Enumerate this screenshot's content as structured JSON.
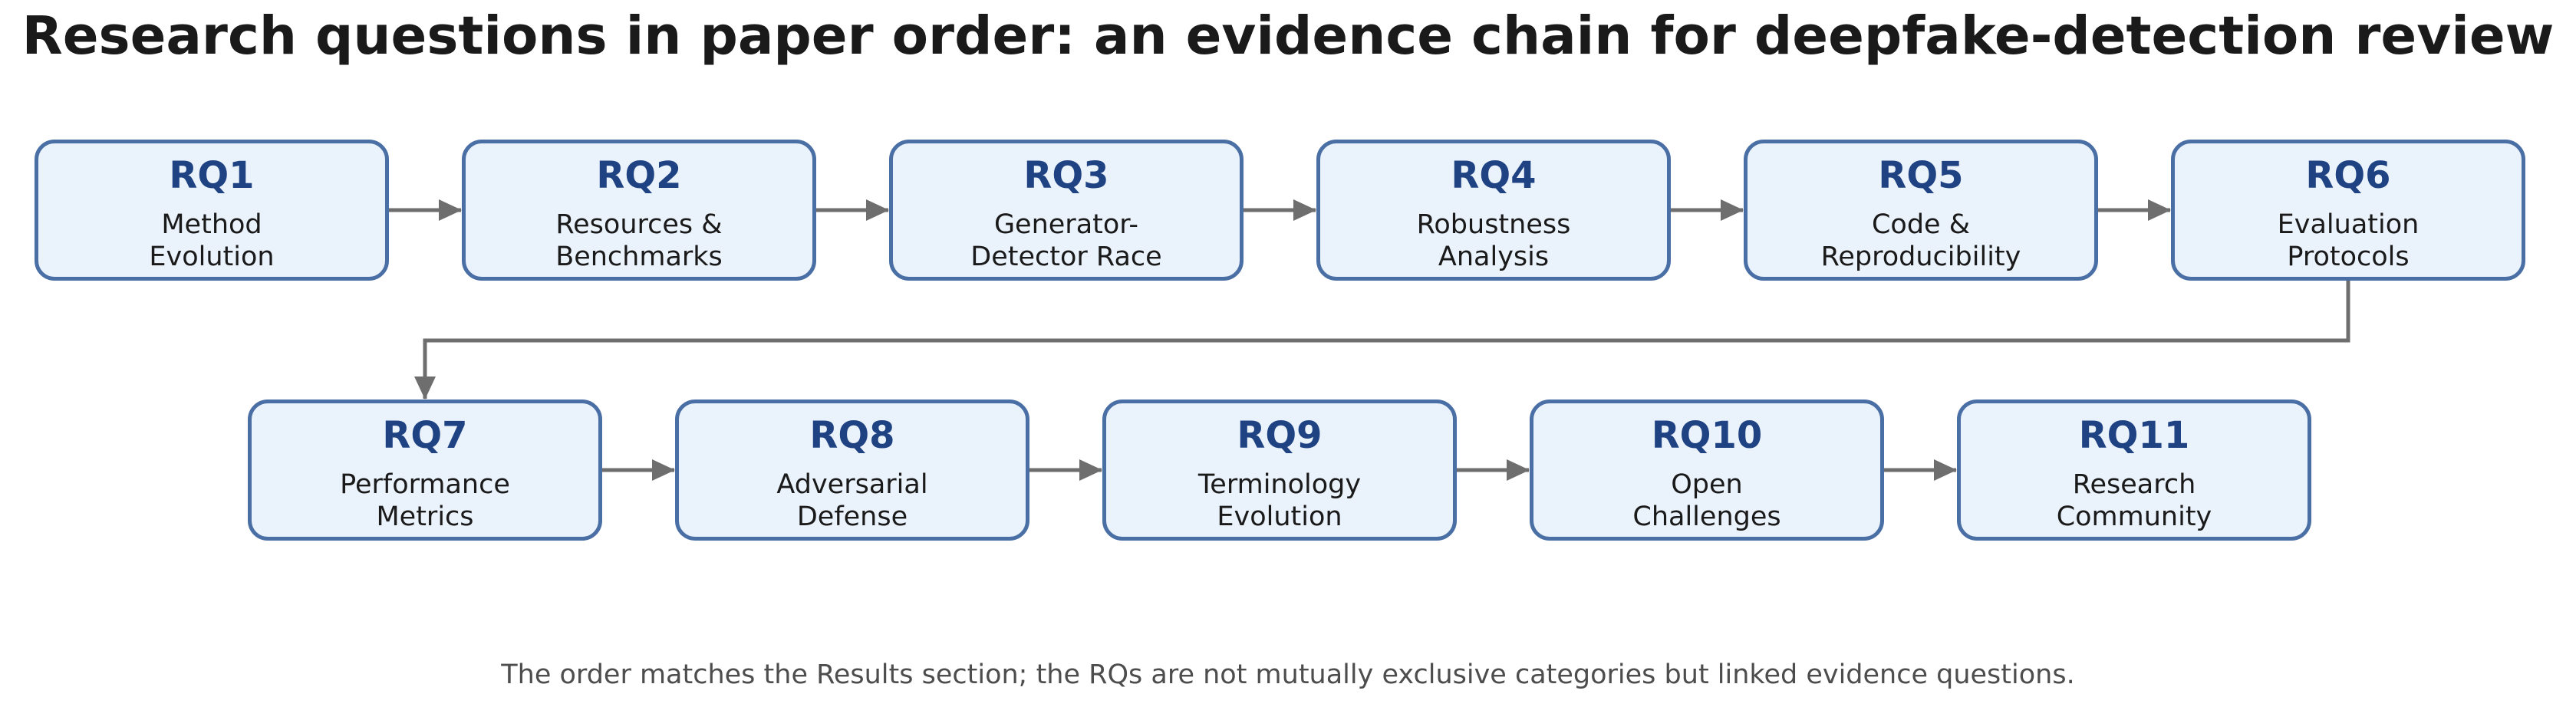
{
  "title": "Research questions in paper order: an evidence chain for deepfake-detection review",
  "caption": "The order matches the Results section; the RQs are not mutually exclusive categories but linked evidence questions.",
  "colors": {
    "node_fill": "#eaf2fc",
    "node_border": "#4a6fa5",
    "node_id_text": "#1f4283",
    "arrow": "#6e6e6e"
  },
  "nodes": [
    {
      "id": "RQ1",
      "label_line1": "Method",
      "label_line2": "Evolution"
    },
    {
      "id": "RQ2",
      "label_line1": "Resources &",
      "label_line2": "Benchmarks"
    },
    {
      "id": "RQ3",
      "label_line1": "Generator-",
      "label_line2": "Detector Race"
    },
    {
      "id": "RQ4",
      "label_line1": "Robustness",
      "label_line2": "Analysis"
    },
    {
      "id": "RQ5",
      "label_line1": "Code &",
      "label_line2": "Reproducibility"
    },
    {
      "id": "RQ6",
      "label_line1": "Evaluation",
      "label_line2": "Protocols"
    },
    {
      "id": "RQ7",
      "label_line1": "Performance",
      "label_line2": "Metrics"
    },
    {
      "id": "RQ8",
      "label_line1": "Adversarial",
      "label_line2": "Defense"
    },
    {
      "id": "RQ9",
      "label_line1": "Terminology",
      "label_line2": "Evolution"
    },
    {
      "id": "RQ10",
      "label_line1": "Open",
      "label_line2": "Challenges"
    },
    {
      "id": "RQ11",
      "label_line1": "Research",
      "label_line2": "Community"
    }
  ],
  "edges": [
    {
      "from": "RQ1",
      "to": "RQ2"
    },
    {
      "from": "RQ2",
      "to": "RQ3"
    },
    {
      "from": "RQ3",
      "to": "RQ4"
    },
    {
      "from": "RQ4",
      "to": "RQ5"
    },
    {
      "from": "RQ5",
      "to": "RQ6"
    },
    {
      "from": "RQ6",
      "to": "RQ7"
    },
    {
      "from": "RQ7",
      "to": "RQ8"
    },
    {
      "from": "RQ8",
      "to": "RQ9"
    },
    {
      "from": "RQ9",
      "to": "RQ10"
    },
    {
      "from": "RQ10",
      "to": "RQ11"
    }
  ]
}
